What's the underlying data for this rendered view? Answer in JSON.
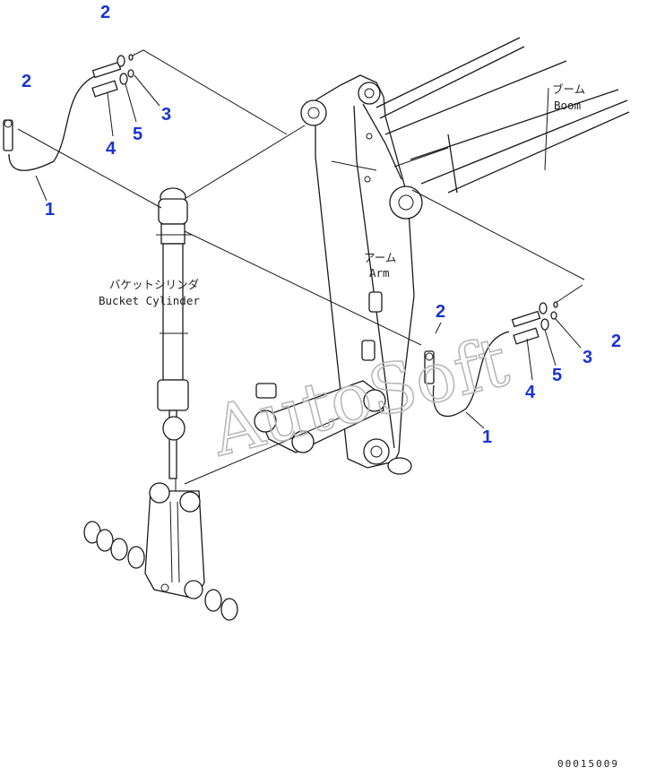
{
  "labels": {
    "boom_jp": "ブーム",
    "boom_en": "Boom",
    "arm_jp": "アーム",
    "arm_en": "Arm",
    "bucket_cylinder_jp": "バケットシリンダ",
    "bucket_cylinder_en": "Bucket Cylinder"
  },
  "callouts": {
    "left": {
      "hose": "1",
      "ring_top": "2",
      "ring_side": "2",
      "washer_small": "3",
      "bolt": "4",
      "washer": "5"
    },
    "right": {
      "hose": "1",
      "ring_top": "2",
      "ring_side": "2",
      "washer_small": "3",
      "bolt": "4",
      "washer": "5"
    }
  },
  "watermark": "AutoSoft",
  "drawing_code": "00015009",
  "colors": {
    "callout": "#1a33d6",
    "line": "#1a1a1a",
    "watermark": "#b8b8b8"
  }
}
